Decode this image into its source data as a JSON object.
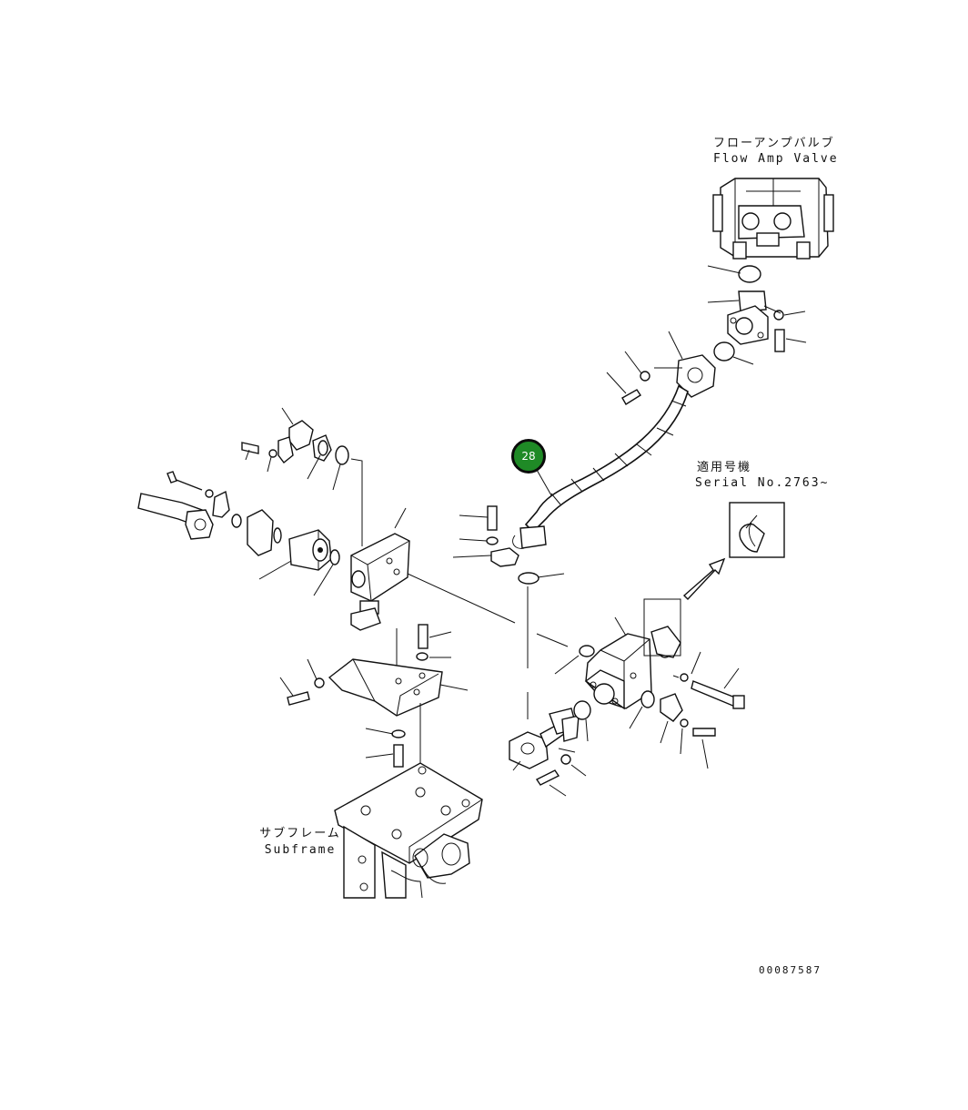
{
  "labels": {
    "flow_amp_valve_jp": "フローアンプバルブ",
    "flow_amp_valve_en": "Flow Amp Valve",
    "serial_jp": "適用号機",
    "serial_en": "Serial No.2763~",
    "subframe_jp": "サブフレーム",
    "subframe_en": "Subframe",
    "drawing_number": "00087587"
  },
  "callout": {
    "number": "28",
    "color": "#1f8a26"
  }
}
